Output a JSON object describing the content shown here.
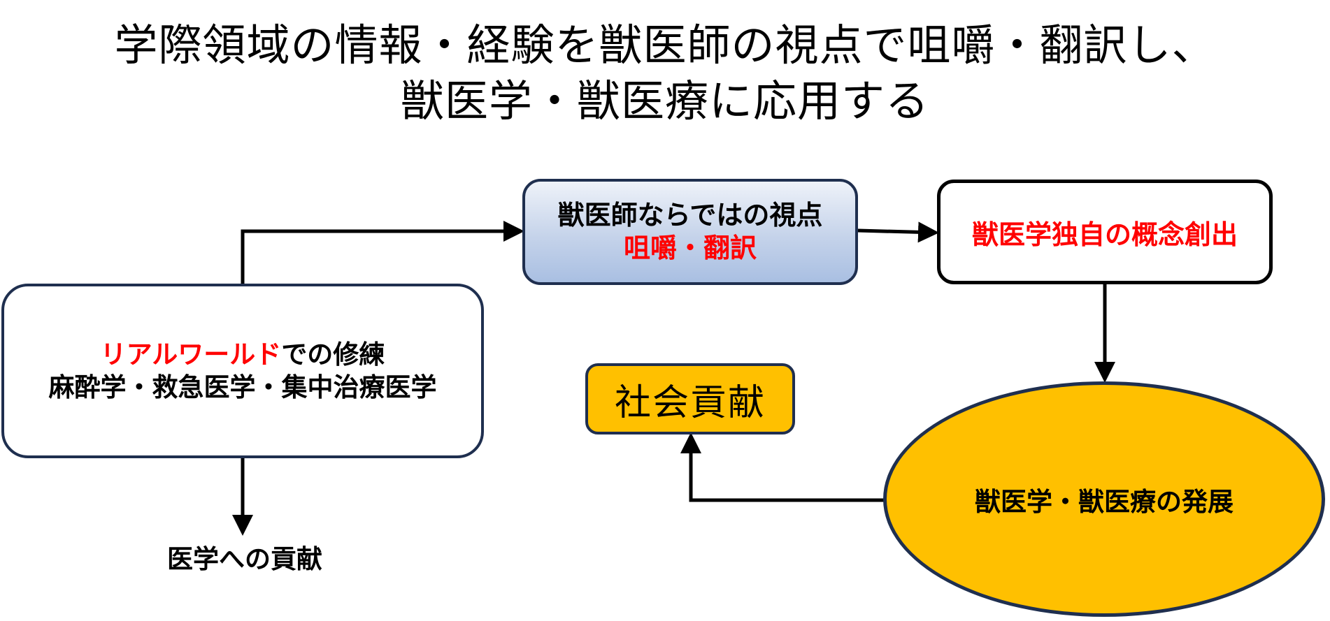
{
  "title": {
    "line1": "学際領域の情報・経験を獣医師の視点で咀嚼・翻訳し、",
    "line2": "獣医学・獣医療に応用する"
  },
  "nodes": {
    "real_world": {
      "highlight": "リアルワールド",
      "rest": "での修練",
      "line2": "麻酔学・救急医学・集中治療医学"
    },
    "perspective": {
      "line1": "獣医師ならではの視点",
      "line2": "咀嚼・翻訳"
    },
    "concept": {
      "label": "獣医学独自の概念創出"
    },
    "development": {
      "label": "獣医学・獣医療の発展"
    },
    "social": {
      "label": "社会貢献"
    },
    "medical": {
      "label": "医学への貢献"
    }
  },
  "edges": [
    {
      "from": "real_world",
      "to": "perspective"
    },
    {
      "from": "perspective",
      "to": "concept"
    },
    {
      "from": "concept",
      "to": "development"
    },
    {
      "from": "development",
      "to": "social"
    },
    {
      "from": "real_world",
      "to": "medical"
    }
  ],
  "colors": {
    "highlight_text": "#ff0000",
    "node_border": "#1f2f4f",
    "gold_fill": "#ffc000",
    "blue_gradient_bottom": "#a9bfe2"
  }
}
